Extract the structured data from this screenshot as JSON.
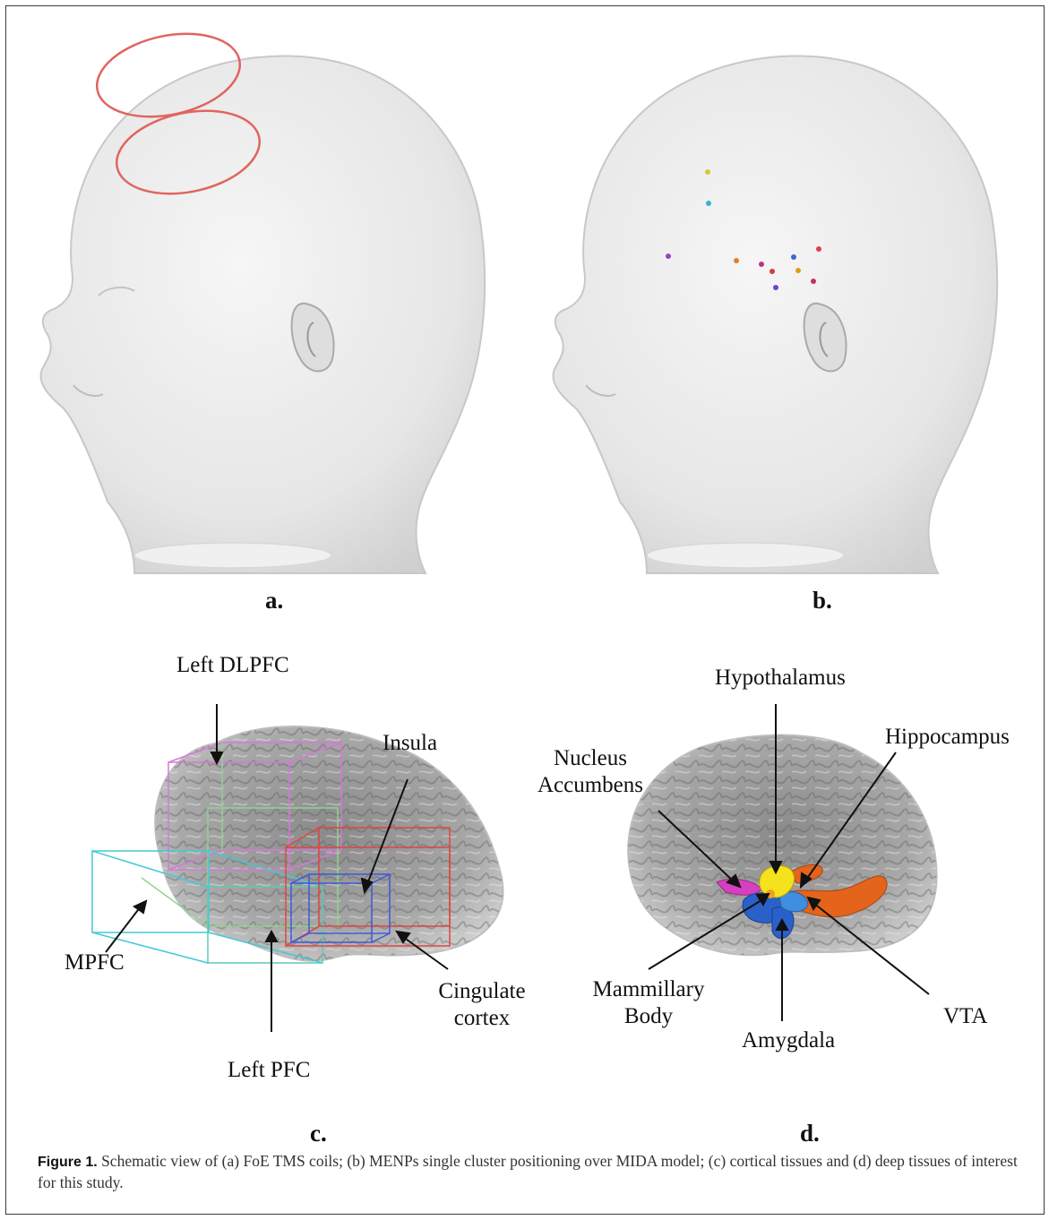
{
  "panels": {
    "a": {
      "letter": "a."
    },
    "b": {
      "letter": "b."
    },
    "c": {
      "letter": "c.",
      "labels": {
        "left_dlpfc": "Left DLPFC",
        "insula": "Insula",
        "mpfc": "MPFC",
        "cingulate_line1": "Cingulate",
        "cingulate_line2": "cortex",
        "left_pfc": "Left PFC"
      }
    },
    "d": {
      "letter": "d.",
      "labels": {
        "hypothalamus": "Hypothalamus",
        "hippocampus": "Hippocampus",
        "nucleus_line1": "Nucleus",
        "nucleus_line2": "Accumbens",
        "mammillary_line1": "Mammillary",
        "mammillary_line2": "Body",
        "amygdala": "Amygdala",
        "vta": "VTA"
      }
    }
  },
  "caption": {
    "label": "Figure 1.",
    "text": "Schematic view of (a) FoE TMS coils; (b) MENPs single cluster positioning over MIDA model; (c) cortical tissues and (d) deep tissues of interest for this study."
  },
  "colors": {
    "coil": "#e0655e",
    "head": "#ececec",
    "brain": "#9a9a9a",
    "box_dlpfc": "#d877d8",
    "box_mpfc": "#43c9d3",
    "box_pfc": "#8fd48f",
    "box_cingulate": "#e0453f",
    "box_insula": "#3d5ad6",
    "nucleus_accumbens": "#d63fc0",
    "hypothalamus": "#f3e21c",
    "hippocampus": "#e4641c",
    "amygdala": "#2a60c9",
    "vta": "#3f8ee0",
    "mammillary_body": "#f0a020"
  }
}
